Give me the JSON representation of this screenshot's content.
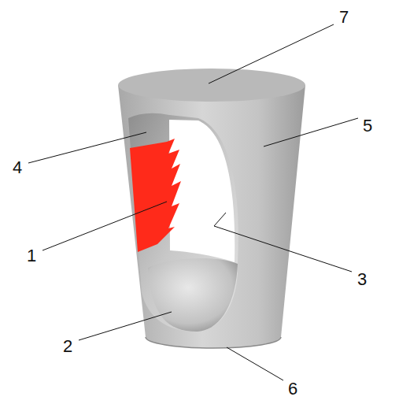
{
  "diagram": {
    "labels": [
      "7",
      "5",
      "4",
      "1",
      "3",
      "2",
      "6"
    ]
  }
}
